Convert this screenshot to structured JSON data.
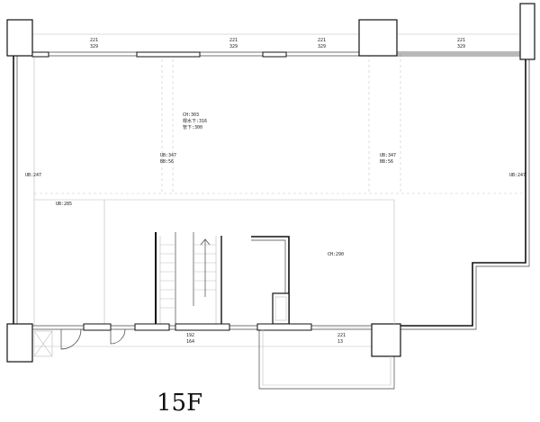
{
  "floor_label": "15F",
  "windows_top": [
    {
      "a": "221",
      "b": "329"
    },
    {
      "a": "221",
      "b": "329"
    },
    {
      "a": "221",
      "b": "329"
    },
    {
      "a": "221",
      "b": "329"
    }
  ],
  "ceiling_main": {
    "line1": "CH:303",
    "line2": "樑水下:316",
    "line3": "管下:300"
  },
  "beam_left_mid": {
    "line1": "UB:347",
    "line2": "BB:56"
  },
  "beam_right_mid": {
    "line1": "UB:347",
    "line2": "BB:56"
  },
  "beam_far_left": "UB:247",
  "beam_far_right": "UB:247",
  "beam_lower_left": "UB:285",
  "ceiling_core": "CH:290",
  "window_bottom_mid": {
    "a": "192",
    "b": "164"
  },
  "window_bottom_right": {
    "a": "221",
    "b": "13"
  }
}
